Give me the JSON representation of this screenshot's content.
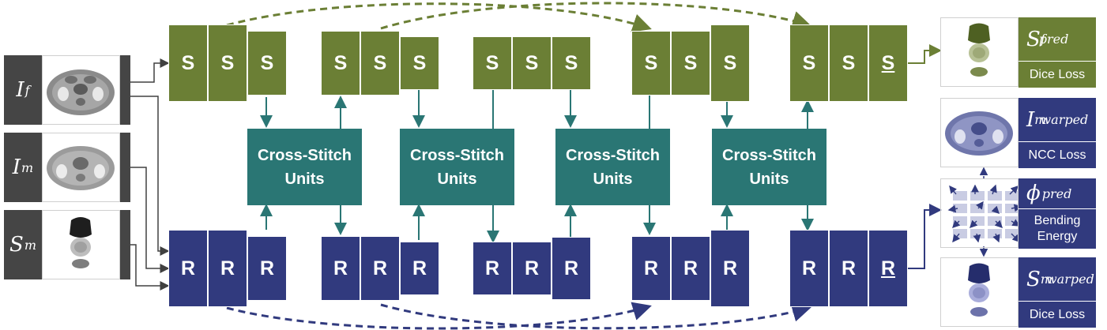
{
  "inputs": [
    {
      "base": "I",
      "sub": "f"
    },
    {
      "base": "I",
      "sub": "m"
    },
    {
      "base": "S",
      "sub": "m"
    }
  ],
  "seg_letter": "S",
  "reg_letter": "R",
  "cross_stitch": {
    "line1": "Cross-Stitch",
    "line2": "Units"
  },
  "outputs": [
    {
      "base": "S",
      "sub": "f",
      "sup": "pred",
      "loss": "Dice Loss",
      "color": "green"
    },
    {
      "base": "I",
      "sub": "m",
      "sup": "warped",
      "loss": "NCC Loss",
      "color": "blue"
    },
    {
      "base": "ϕ",
      "sub": "",
      "sup": "pred",
      "loss": "Bending Energy",
      "color": "blue"
    },
    {
      "base": "S",
      "sub": "m",
      "sup": "warped",
      "loss": "Dice Loss",
      "color": "blue"
    }
  ],
  "colors": {
    "seg": "#6b7f35",
    "reg": "#313a7e",
    "csu": "#2a7674",
    "label": "#454545"
  }
}
